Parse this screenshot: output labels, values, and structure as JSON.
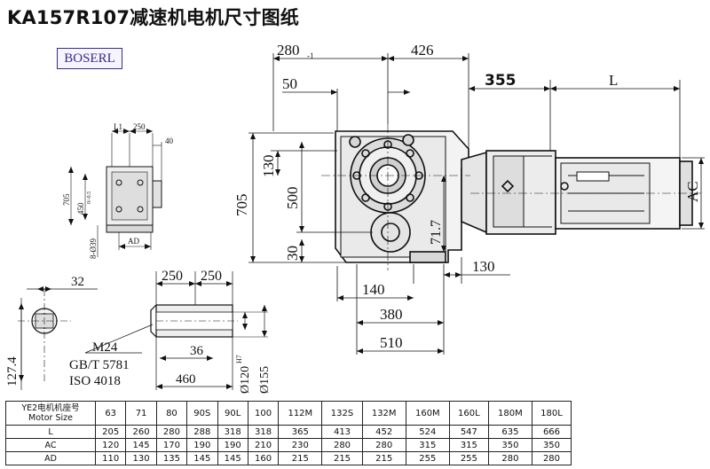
{
  "title": "KA157R107减速机电机尺寸图纸",
  "brand": "BOSERL",
  "dims": {
    "d280": "280",
    "d280_tol": "-1",
    "d426": "426",
    "d355": "355",
    "dL": "L",
    "d50": "50",
    "d705": "705",
    "d130a": "130",
    "d500": "500",
    "d30": "30",
    "d71_7": "71.7",
    "d130b": "130",
    "d140": "140",
    "d380": "380",
    "d510": "510",
    "dAC": "AC",
    "d32": "32",
    "d127_4": "127.4",
    "d250a": "250",
    "d250b": "250",
    "m24": "M24",
    "gb": "GB/T  5781",
    "iso": "ISO  4018",
    "d36": "36",
    "d460": "460",
    "d120": "Ø120",
    "d120_tol": "H7",
    "d155": "Ø155",
    "s_L1": "L1",
    "s_250": "250",
    "s_40": "40",
    "s_705": "705",
    "s_450": "450",
    "s_450_tol": "0/-0.5",
    "s_8039": "8-Ø39",
    "s_AD": "AD"
  },
  "table": {
    "header_cn": "YE2电机机座号",
    "header_en": "Motor Size",
    "sizes": [
      "63",
      "71",
      "80",
      "90S",
      "90L",
      "100",
      "112M",
      "132S",
      "132M",
      "160M",
      "160L",
      "180M",
      "180L"
    ],
    "rows": [
      {
        "label": "L",
        "values": [
          "205",
          "260",
          "280",
          "288",
          "318",
          "318",
          "365",
          "413",
          "452",
          "524",
          "547",
          "635",
          "666"
        ]
      },
      {
        "label": "AC",
        "values": [
          "120",
          "145",
          "170",
          "190",
          "190",
          "210",
          "230",
          "280",
          "280",
          "315",
          "315",
          "350",
          "350"
        ]
      },
      {
        "label": "AD",
        "values": [
          "110",
          "130",
          "135",
          "145",
          "145",
          "160",
          "215",
          "215",
          "215",
          "255",
          "255",
          "280",
          "280"
        ]
      }
    ]
  }
}
